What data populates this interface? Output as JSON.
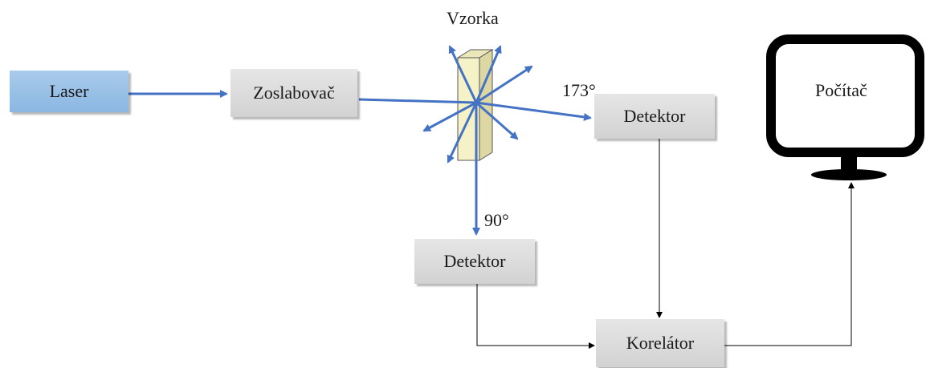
{
  "diagram": {
    "sample_label": "Vzorka",
    "laser_label": "Laser",
    "attenuator_label": "Zoslabovač",
    "detector_173_label": "Detektor",
    "detector_90_label": "Detektor",
    "correlator_label": "Korelátor",
    "computer_label": "Počítač",
    "angle_173": "173°",
    "angle_90": "90°"
  },
  "colors": {
    "beam": "#4472c4",
    "wire": "#000000",
    "box_gray": "#d9d9d9",
    "laser_blue": "#9dc3e6",
    "sample_fill": "#f6f2c8"
  }
}
